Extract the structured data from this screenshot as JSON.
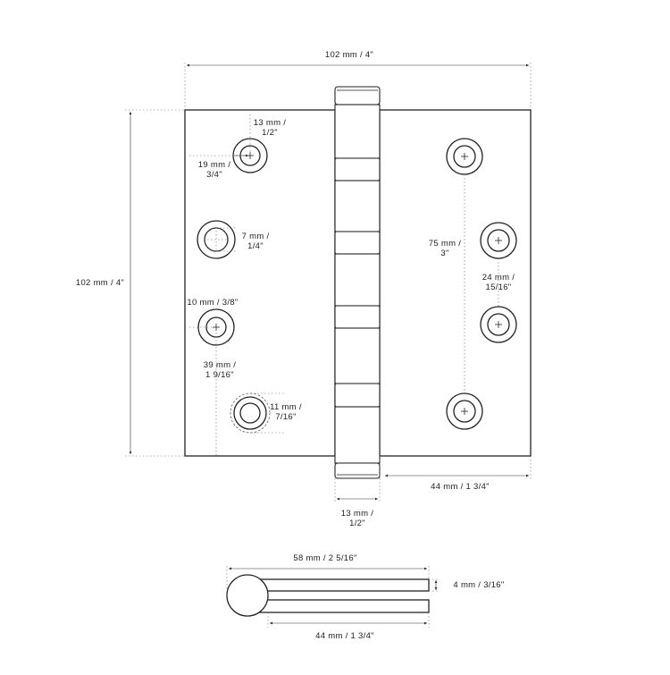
{
  "colors": {
    "line": "#222222",
    "background": "#ffffff"
  },
  "labels": {
    "overall_width": "102 mm / 4\"",
    "overall_height": "102 mm / 4\"",
    "hole_top_a": "13 mm /",
    "hole_top_b": "1/2\"",
    "hole_side_a": "19 mm /",
    "hole_side_b": "3/4\"",
    "hole_inner_a": "7 mm /",
    "hole_inner_b": "1/4\"",
    "hole_10mm": "10 mm / 3/8\"",
    "hole_39_a": "39 mm /",
    "hole_39_b": "1 9/16\"",
    "hole_11_a": "11 mm /",
    "hole_11_b": "7/16\"",
    "hole_75_a": "75 mm /",
    "hole_75_b": "3\"",
    "hole_24_a": "24 mm /",
    "hole_24_b": "15/16\"",
    "leaf_width": "44 mm  /  1  3/4\"",
    "knuckle_a": "13 mm /",
    "knuckle_b": "1/2\"",
    "side_length": "58 mm  /  2   5/16\"",
    "side_thickness": "4 mm  /  3/16\"",
    "side_leaf": "44 mm  /  1  3/4\""
  }
}
